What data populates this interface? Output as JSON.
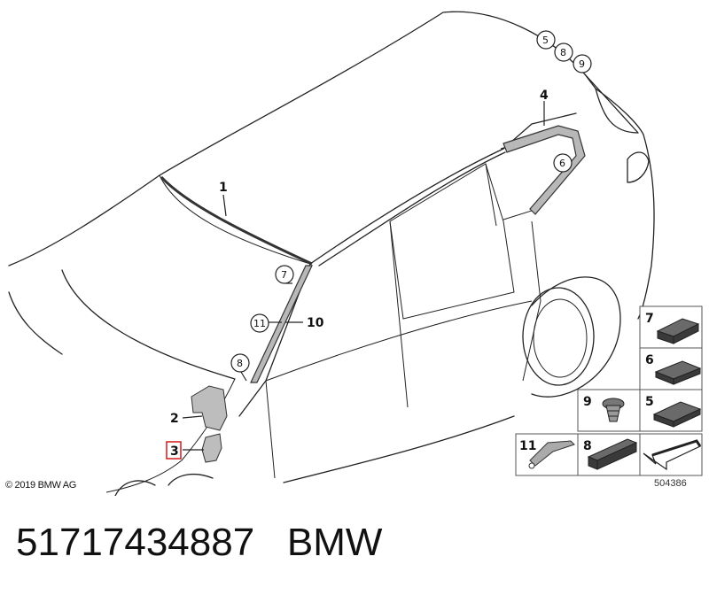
{
  "diagram": {
    "callouts": {
      "c1": "1",
      "c2": "2",
      "c3": "3",
      "c4": "4",
      "c10": "10",
      "c5": "5",
      "c8a": "8",
      "c9": "9",
      "c6": "6",
      "c7": "7",
      "c11": "11",
      "c8b": "8"
    },
    "legend": {
      "l7": "7",
      "l6": "6",
      "l9": "9",
      "l5": "5",
      "l11": "11",
      "l8": "8"
    },
    "highlight_color": "#d62828"
  },
  "copyright": "© 2019 BMW AG",
  "drawing_number": "504386",
  "caption": {
    "part_number": "51717434887",
    "brand": "BMW"
  }
}
